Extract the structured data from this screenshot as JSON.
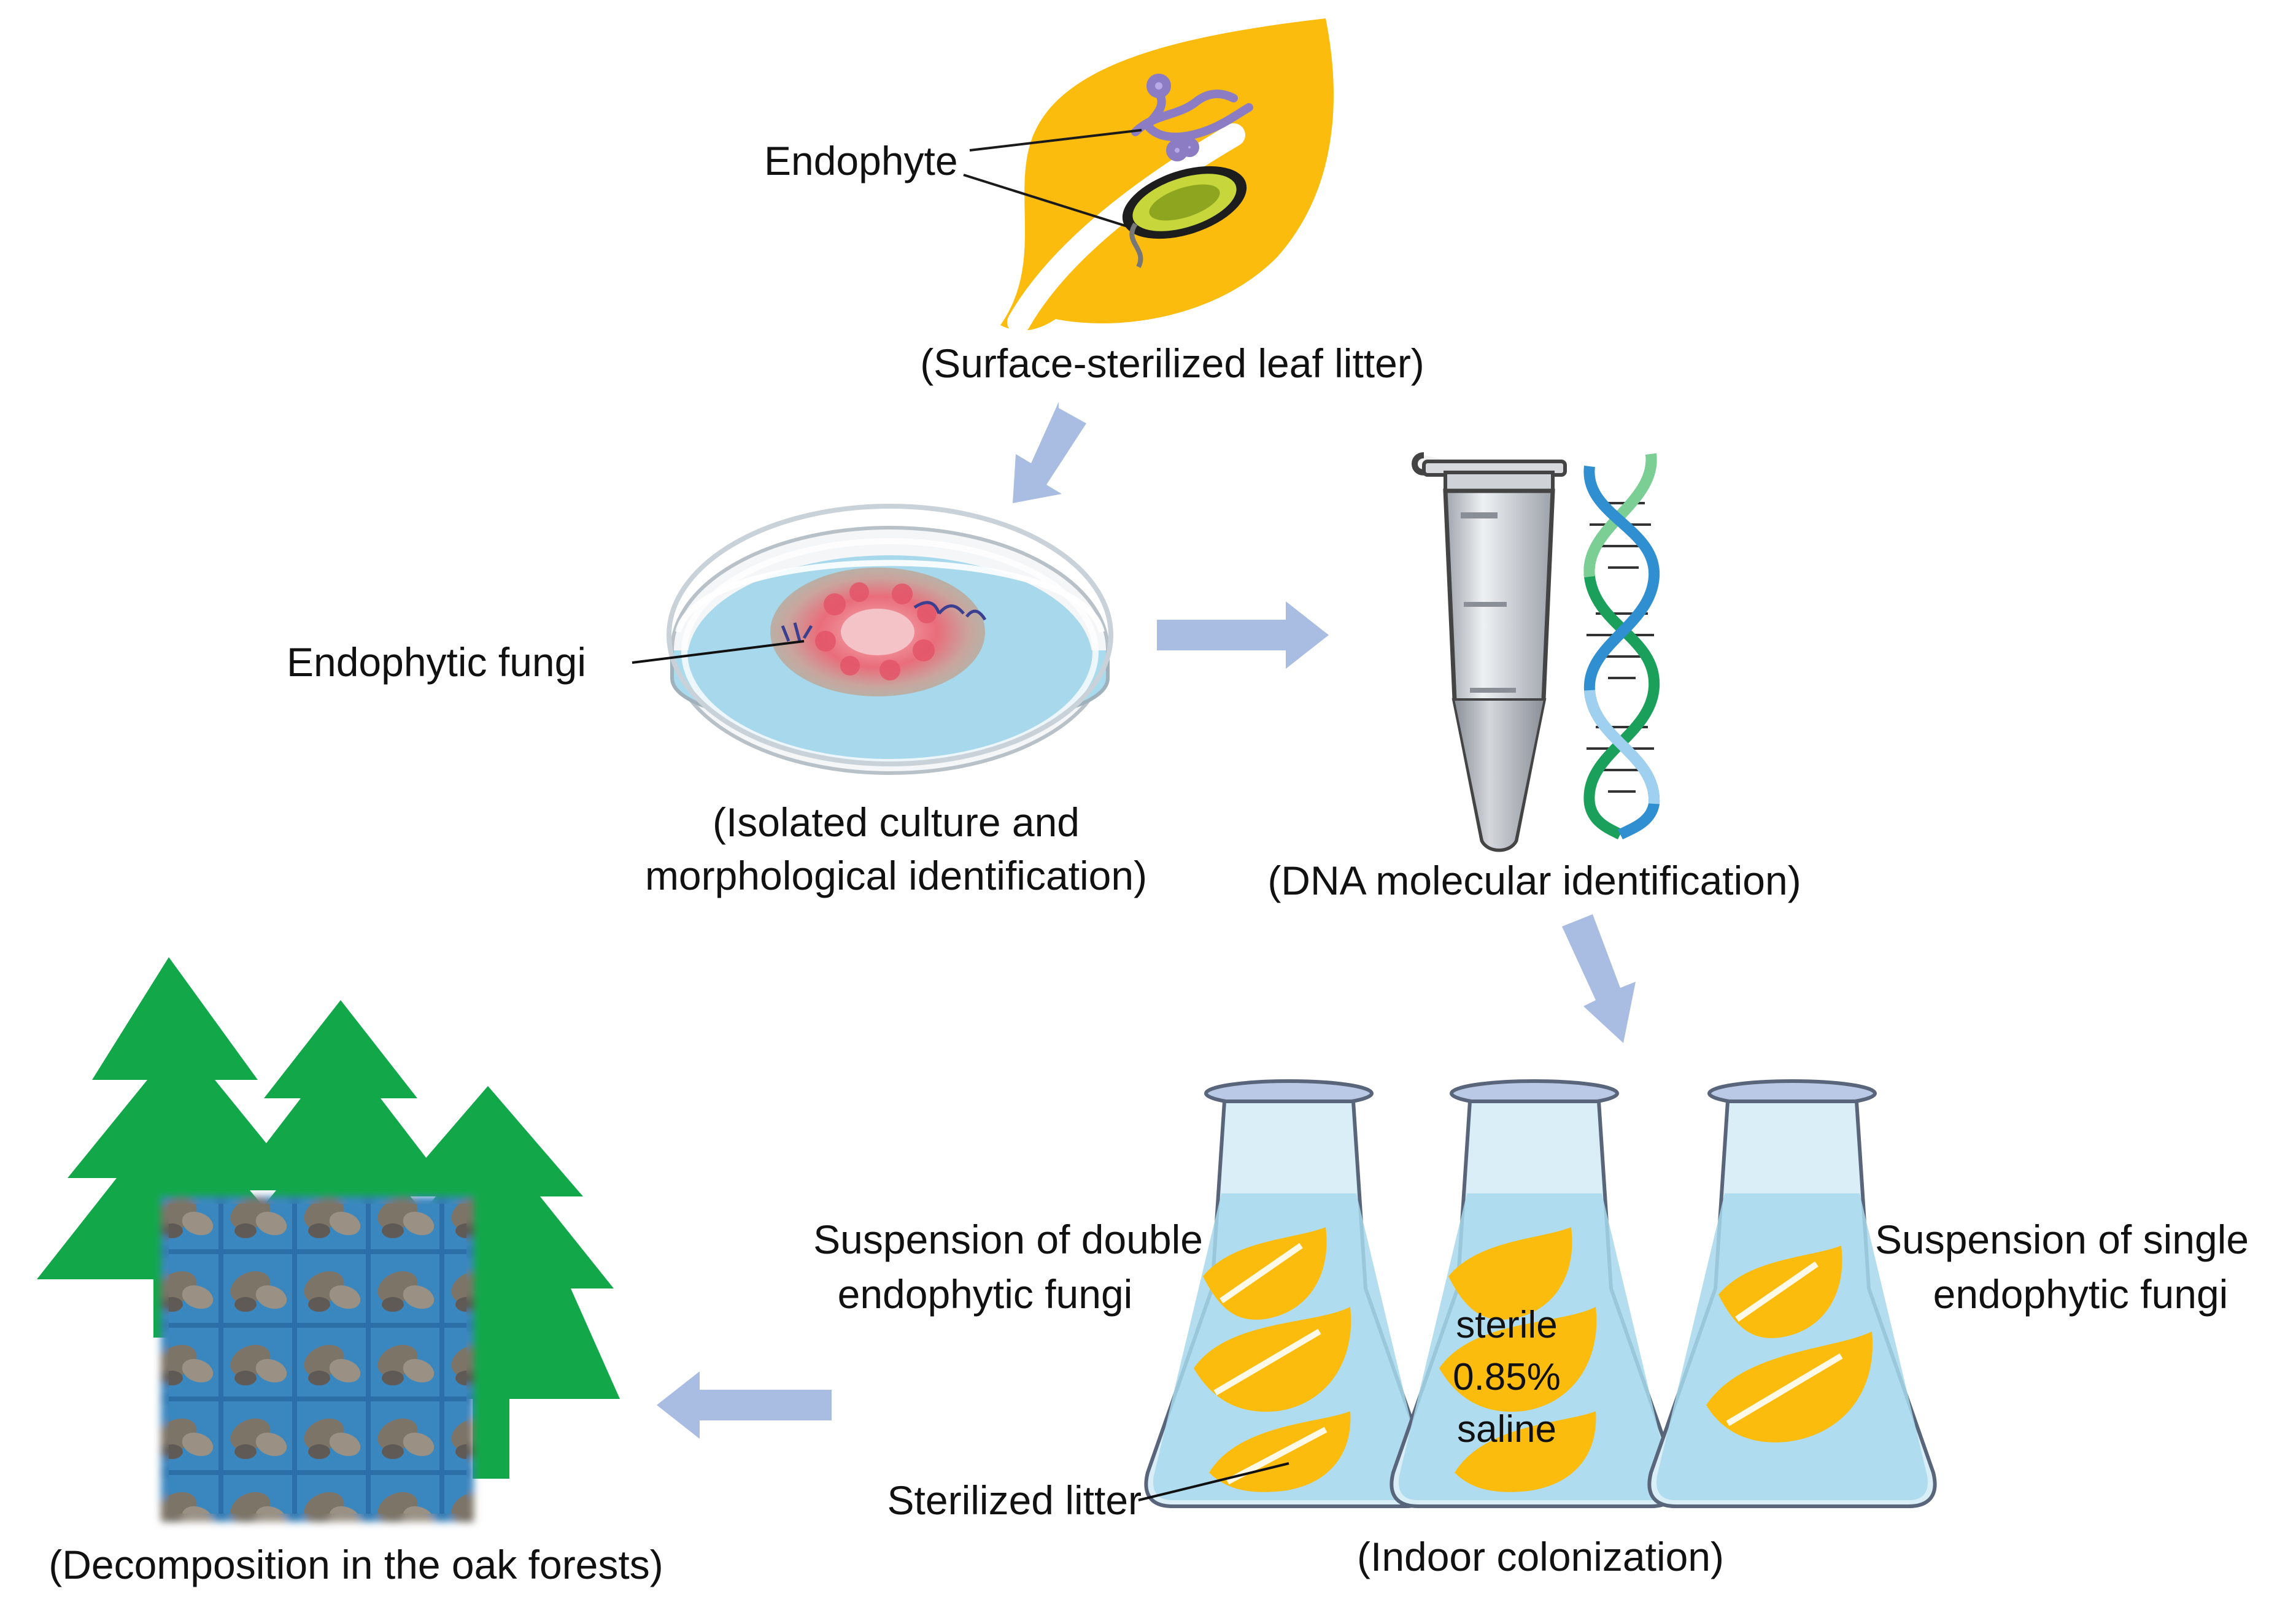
{
  "labels": {
    "endophyte": "Endophyte",
    "leaf_caption": "(Surface-sterilized  leaf litter)",
    "endophytic_fungi": "Endophytic fungi",
    "culture_caption_1": "(Isolated culture and",
    "culture_caption_2": "morphological identification)",
    "dna_caption": "(DNA molecular identification)",
    "double_1": "Suspension of double",
    "double_2": "endophytic fungi",
    "single_1": "Suspension of single",
    "single_2": "endophytic fungi",
    "saline_1": "sterile",
    "saline_2": "0.85%",
    "saline_3": "saline",
    "sterilized_litter": "Sterilized litter",
    "indoor_caption": "(Indoor colonization)",
    "forest_caption": "(Decomposition in the oak forests)"
  },
  "colors": {
    "leaf": "#FBBC0E",
    "arrow": "#A9BDE3",
    "tree": "#12A84A",
    "liquid": "#A7D8EC",
    "glass": "#D9EEF6",
    "rim": "#B9C9E6",
    "litter_bag": "#2F79B4"
  },
  "icons": [
    "leaf-icon",
    "fungus-hyphae-icon",
    "bacterium-icon",
    "petri-dish-icon",
    "microtube-icon",
    "dna-helix-icon",
    "flask-icon",
    "tree-icon",
    "litter-bag-image"
  ]
}
